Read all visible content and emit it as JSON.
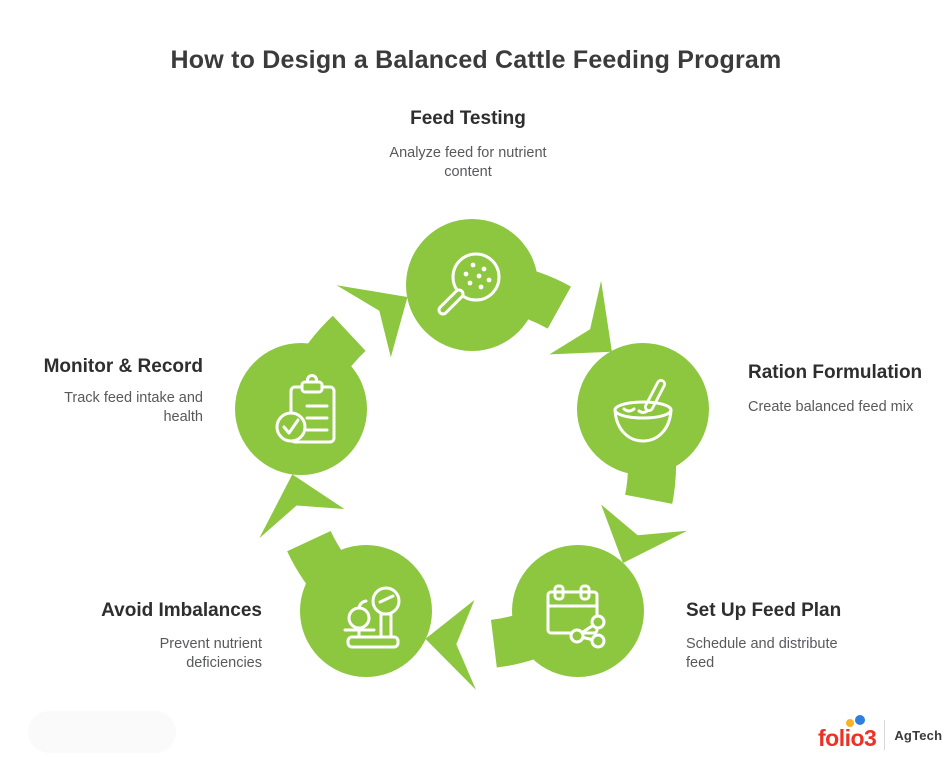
{
  "title": "How to Design a Balanced Cattle Feeding Program",
  "steps": [
    {
      "id": "feed-testing",
      "label": "Feed Testing",
      "description": "Analyze feed for nutrient content",
      "icon": "magnifier-dots-icon"
    },
    {
      "id": "ration-formulation",
      "label": "Ration Formulation",
      "description": "Create balanced feed mix",
      "icon": "bowl-spoon-icon"
    },
    {
      "id": "set-up-feed-plan",
      "label": "Set Up Feed Plan",
      "description": "Schedule and distribute feed",
      "icon": "calendar-share-icon"
    },
    {
      "id": "avoid-imbalances",
      "label": "Avoid Imbalances",
      "description": "Prevent nutrient deficiencies",
      "icon": "scale-apple-icon"
    },
    {
      "id": "monitor-record",
      "label": "Monitor & Record",
      "description": "Track feed intake and health",
      "icon": "clipboard-check-icon"
    }
  ],
  "cycle": {
    "direction": "clockwise",
    "segment_count": 5
  },
  "colors": {
    "accent_green": "#8DC63F",
    "title_text": "#3b3b3b",
    "heading_text": "#2e2e2e",
    "body_text": "#58595b",
    "icon_stroke": "#ffffff",
    "logo_red": "#ee3124",
    "logo_dot_yellow": "#f5b325",
    "logo_dot_blue": "#2d7fe0",
    "logo_text": "#3a3a3a"
  },
  "logo": {
    "brand": "folio3",
    "suffix": "AgTech"
  }
}
